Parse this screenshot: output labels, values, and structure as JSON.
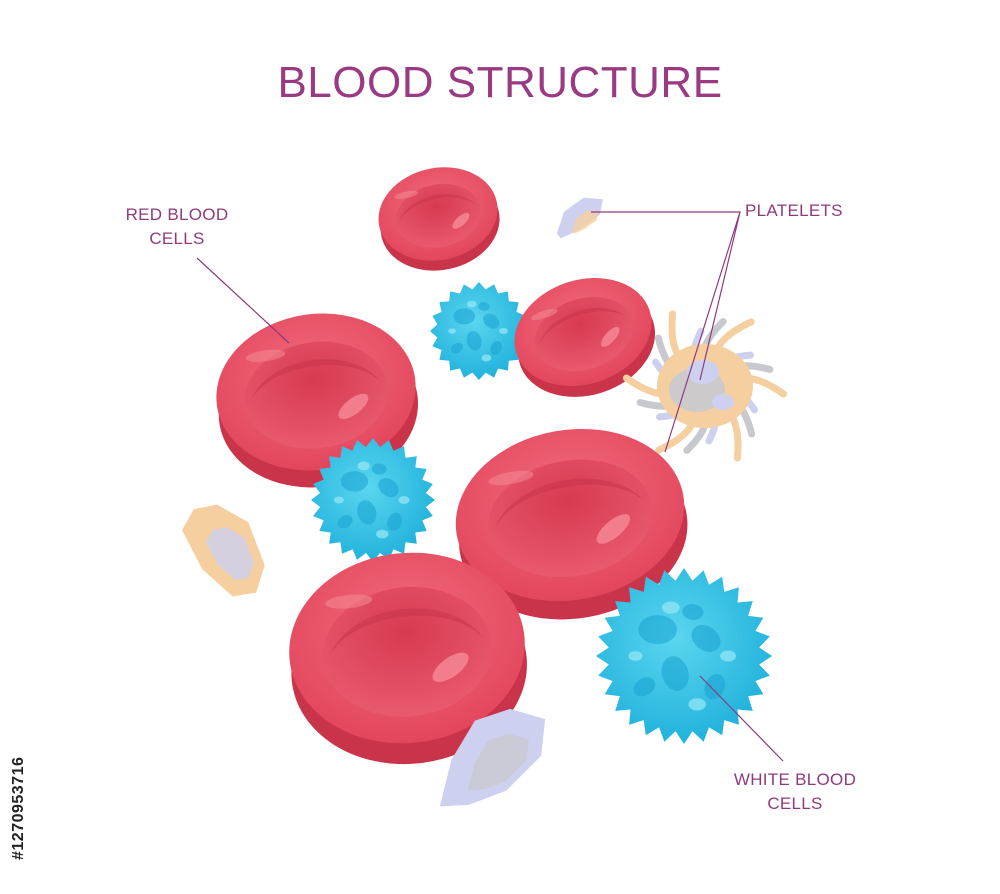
{
  "title": "BLOOD STRUCTURE",
  "labels": {
    "red_blood_cells": [
      "RED BLOOD",
      "CELLS"
    ],
    "platelets": [
      "PLATELETS"
    ],
    "white_blood_cells": [
      "WHITE BLOOD",
      "CELLS"
    ]
  },
  "side_id": "#1270953716",
  "colors": {
    "title": "#9a3a82",
    "label": "#8f3a7d",
    "leader_line": "#8f3a7d",
    "red_cell": "#ea4f63",
    "red_cell_dark": "#c9344a",
    "red_cell_light": "#f68a96",
    "white_cell": "#35c6e6",
    "white_cell_dark": "#1aa2d1",
    "white_cell_light": "#8fe4f5",
    "platelet_peach": "#f5cfa0",
    "platelet_lavender": "#cdd0ef",
    "platelet_grey": "#c8c9cf"
  }
}
